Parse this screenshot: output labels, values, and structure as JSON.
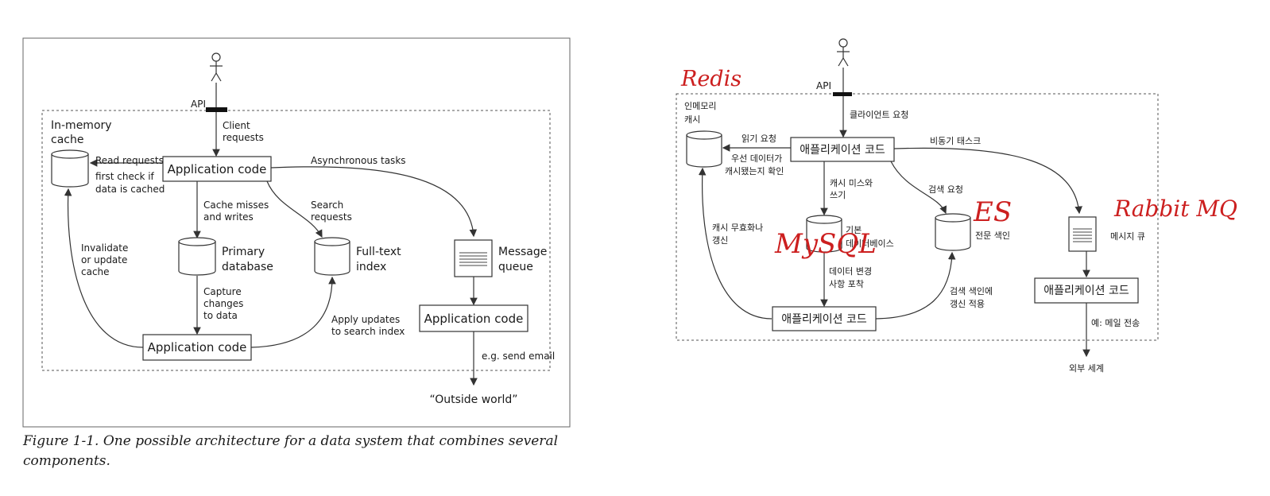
{
  "left": {
    "api": "API",
    "client_requests": [
      "Client",
      "requests"
    ],
    "in_memory_cache": [
      "In-memory",
      "cache"
    ],
    "app_code_top": "Application code",
    "read_requests": [
      "Read requests",
      "first check if",
      "data is cached"
    ],
    "async_tasks": "Asynchronous tasks",
    "cache_misses": [
      "Cache misses",
      "and writes"
    ],
    "search_requests": [
      "Search",
      "requests"
    ],
    "invalidate": [
      "Invalidate",
      "or update",
      "cache"
    ],
    "primary_db": [
      "Primary",
      "database"
    ],
    "fulltext": [
      "Full-text",
      "index"
    ],
    "message_queue": [
      "Message",
      "queue"
    ],
    "capture": [
      "Capture",
      "changes",
      "to data"
    ],
    "apply_updates": [
      "Apply updates",
      "to search index"
    ],
    "app_code_mq": "Application code",
    "app_code_bottom": "Application code",
    "send_email": "e.g. send email",
    "outside_world": "“Outside world”",
    "caption": [
      "Figure 1-1. One possible architecture for a data system that combines several",
      "components."
    ]
  },
  "right": {
    "api": "API",
    "client_requests": "클라이언트 요청",
    "in_memory_cache": [
      "인메모리",
      "캐시"
    ],
    "read_requests": "읽기 요청",
    "check_cache": [
      "우선 데이터가",
      "캐시됐는지 확인"
    ],
    "app_code_top": "애플리케이션 코드",
    "async_tasks": "비동기 태스크",
    "cache_miss": [
      "캐시 미스와",
      "쓰기"
    ],
    "search_requests": "검색 요청",
    "invalidate": [
      "캐시 무효화나",
      "갱신"
    ],
    "primary_db": [
      "기본",
      "데이터베이스"
    ],
    "fulltext": "전문 색인",
    "message_queue": "메시지 큐",
    "capture": [
      "데이터 변경",
      "사항 포착"
    ],
    "apply_updates": [
      "검색 색인에",
      "갱신 적용"
    ],
    "app_code_mq": "애플리케이션 코드",
    "app_code_bottom": "애플리케이션 코드",
    "send_email": "예: 메일 전송",
    "outside_world": "외부 세계"
  },
  "annotations": {
    "redis": "Redis",
    "mysql": "MySQL",
    "es": "ES",
    "rabbitmq": "Rabbit MQ",
    "color": "#cc1f1f"
  }
}
